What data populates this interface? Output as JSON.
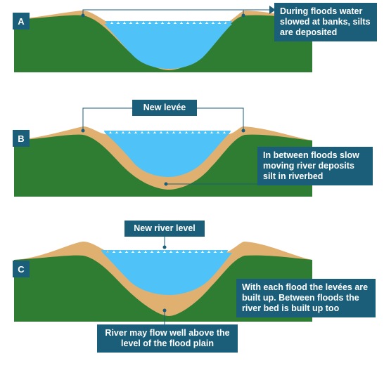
{
  "panels": [
    {
      "label": "A",
      "callouts": [
        {
          "text": "During floods water slowed at banks, silts are deposited"
        }
      ]
    },
    {
      "label": "B",
      "callouts": [
        {
          "text": "New levée"
        },
        {
          "text": "In between floods slow moving river deposits silt in riverbed"
        }
      ]
    },
    {
      "label": "C",
      "callouts": [
        {
          "text": "New river level"
        },
        {
          "text": "With each flood the levées are built up. Between floods the river bed is built up too"
        },
        {
          "text": "River may flow well above the level of the flood plain"
        }
      ]
    }
  ],
  "colors": {
    "ground": "#2e7d32",
    "silt": "#e0b070",
    "water": "#4fc3f7",
    "callout": "#1b5e7a"
  }
}
